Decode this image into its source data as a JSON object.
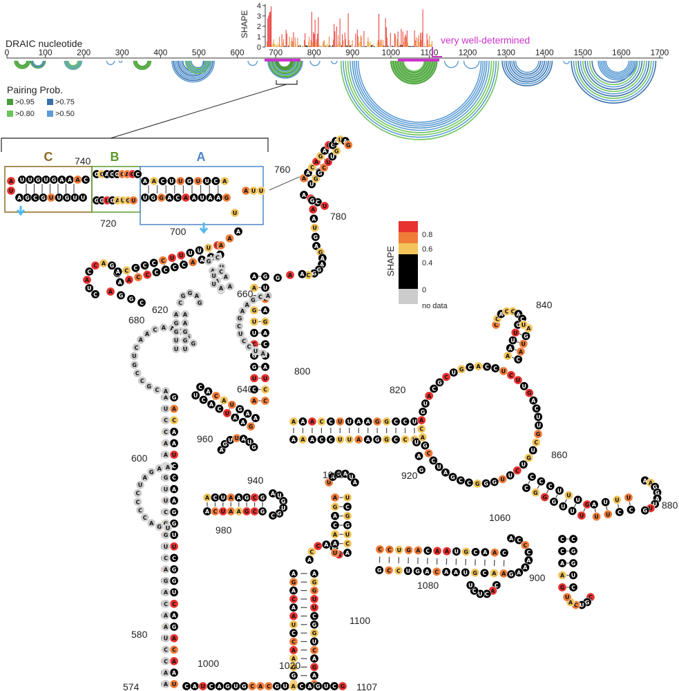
{
  "track": {
    "title": "DRAIC nucleotide",
    "ticks": [
      "0",
      "100",
      "200",
      "300",
      "400",
      "500",
      "600",
      "700",
      "800",
      "900",
      "1000",
      "1100",
      "1200",
      "1300",
      "1400",
      "1500",
      "1600",
      "1700"
    ]
  },
  "shape_hist": {
    "ylabel": "SHAPE",
    "yticks": [
      "0",
      "1",
      "2",
      "3",
      "4"
    ],
    "annotation": "very well-determined"
  },
  "pairing_legend": {
    "title": "Pairing Prob.",
    "items": [
      {
        "label": ">0.95",
        "color": "#4a9a3c"
      },
      {
        "label": ">0.75",
        "color": "#3a70aa"
      },
      {
        "label": ">0.80",
        "color": "#6cc45a"
      },
      {
        "label": ">0.50",
        "color": "#5b9bd5"
      }
    ]
  },
  "shape_legend": {
    "title": "SHAPE",
    "ticks": [
      "0.8",
      "0.6",
      "0.4",
      "0"
    ],
    "nodata": "no data",
    "colors": {
      "high": "#e8322f",
      "mid": "#f07c3a",
      "low": "#f2c45a",
      "zero": "#000000",
      "nodata": "#cccccc"
    }
  },
  "domains": {
    "a": {
      "label": "A",
      "color": "#4a86c8"
    },
    "b": {
      "label": "B",
      "color": "#5a9a2a"
    },
    "c": {
      "label": "C",
      "color": "#8a6a1e"
    }
  },
  "numbers": {
    "n740": "740",
    "n720": "720",
    "n760": "760",
    "n780": "780",
    "n700": "700",
    "n660": "660",
    "n680": "680",
    "n620": "620",
    "n640": "640",
    "n600": "600",
    "n580": "580",
    "n574": "574",
    "n800": "800",
    "n820": "820",
    "n840": "840",
    "n860": "860",
    "n880": "880",
    "n900": "900",
    "n920": "920",
    "n940": "940",
    "n960": "960",
    "n980": "980",
    "n1000": "1000",
    "n1020": "1020",
    "n1040": "1040",
    "n1060": "1060",
    "n1080": "1080",
    "n1100": "1100",
    "n1107": "1107"
  },
  "inset_seq": {
    "c_top": "UUGUGAAAC",
    "c_bottom": "AGCGUUGUU",
    "b_top": "GCACGCAGC",
    "b_bottom": "GGUGAUGU",
    "a_top": "AACUUGUUCA",
    "a_bottom": "UGGACAAUAAG",
    "tail": "AUU"
  }
}
